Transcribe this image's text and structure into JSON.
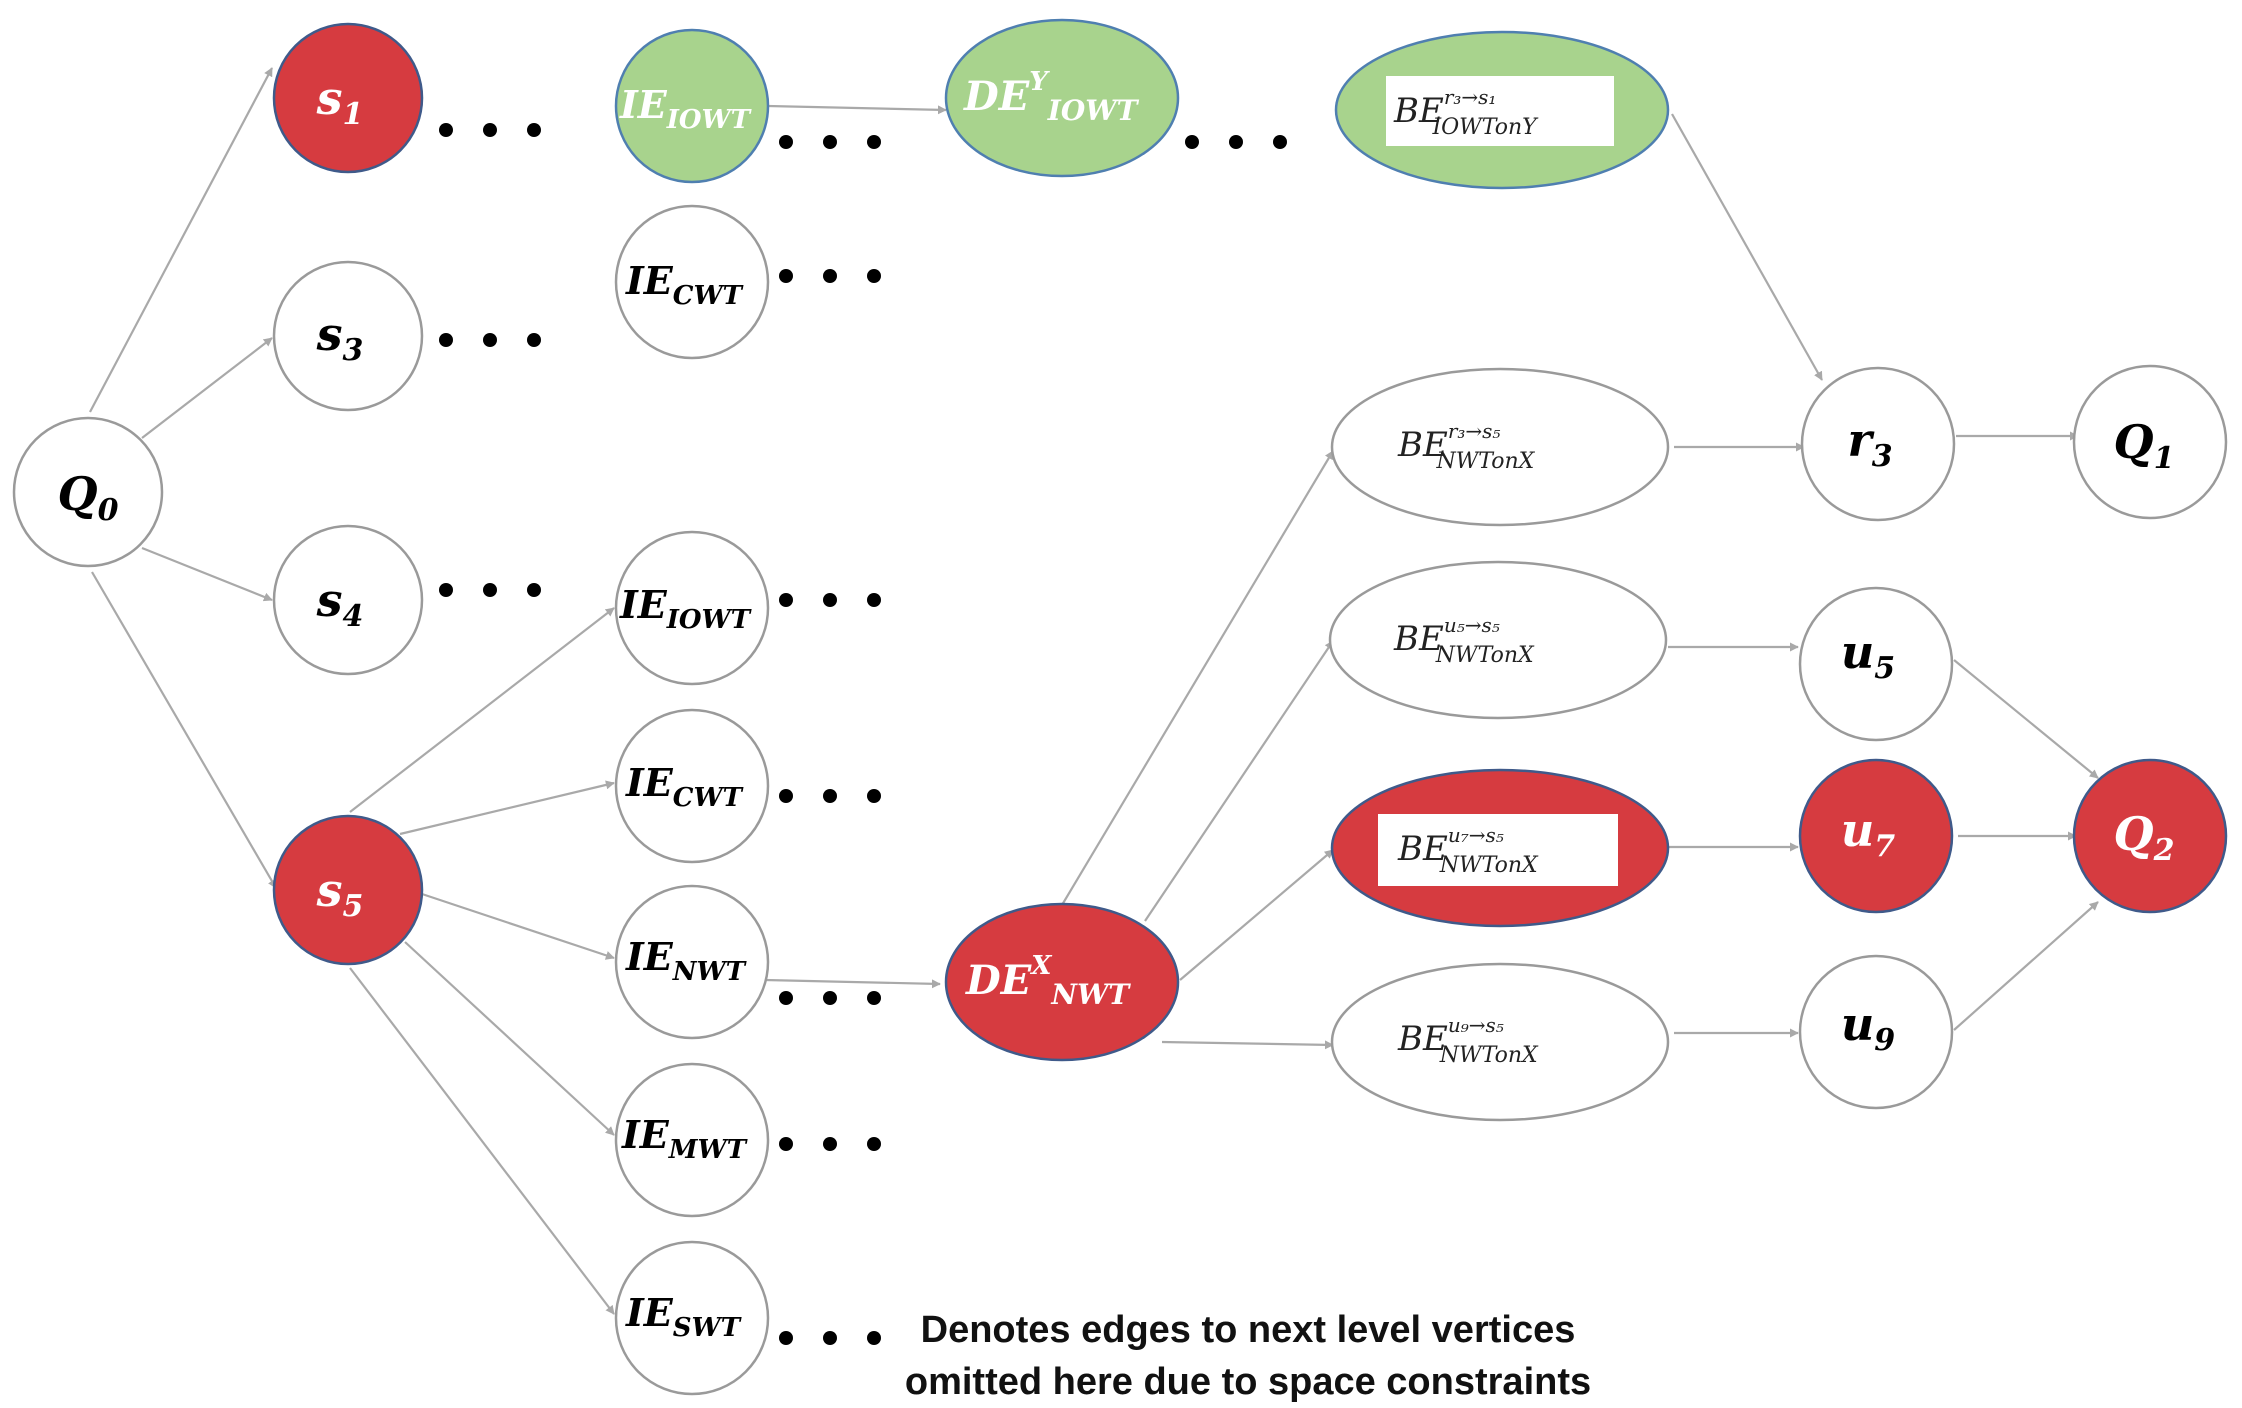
{
  "nodes": {
    "q0": {
      "main": "Q",
      "sub": "0"
    },
    "s1": {
      "main": "s",
      "sub": "1"
    },
    "s3": {
      "main": "s",
      "sub": "3"
    },
    "s4": {
      "main": "s",
      "sub": "4"
    },
    "s5": {
      "main": "s",
      "sub": "5"
    },
    "ie_iowt_top": {
      "main": "IE",
      "sub": "IOWT"
    },
    "ie_cwt_top": {
      "main": "IE",
      "sub": "CWT"
    },
    "ie_iowt": {
      "main": "IE",
      "sub": "IOWT"
    },
    "ie_cwt": {
      "main": "IE",
      "sub": "CWT"
    },
    "ie_nwt": {
      "main": "IE",
      "sub": "NWT"
    },
    "ie_mwt": {
      "main": "IE",
      "sub": "MWT"
    },
    "ie_swt": {
      "main": "IE",
      "sub": "SWT"
    },
    "de_y": {
      "main": "DE",
      "sup": "Y",
      "sub": "IOWT"
    },
    "de_x": {
      "main": "DE",
      "sup": "X",
      "sub": "NWT"
    },
    "be_y": {
      "main": "BE",
      "sup": "r₃→s₁",
      "sub": "IOWTonY"
    },
    "be_r3": {
      "main": "BE",
      "sup": "r₃→s₅",
      "sub": "NWTonX"
    },
    "be_u5": {
      "main": "BE",
      "sup": "u₅→s₅",
      "sub": "NWTonX"
    },
    "be_u7": {
      "main": "BE",
      "sup": "u₇→s₅",
      "sub": "NWTonX"
    },
    "be_u9": {
      "main": "BE",
      "sup": "u₉→s₅",
      "sub": "NWTonX"
    },
    "r3": {
      "main": "r",
      "sub": "3"
    },
    "u5": {
      "main": "u",
      "sub": "5"
    },
    "u7": {
      "main": "u",
      "sub": "7"
    },
    "u9": {
      "main": "u",
      "sub": "9"
    },
    "q1": {
      "main": "Q",
      "sub": "1"
    },
    "q2": {
      "main": "Q",
      "sub": "2"
    }
  },
  "legend": {
    "line1": "Denotes edges to next level vertices",
    "line2": "omitted here due to space constraints"
  },
  "colors": {
    "highlight_red": "#d63b40",
    "highlight_green": "#a8d38d",
    "edge": "#a9a9a9"
  }
}
